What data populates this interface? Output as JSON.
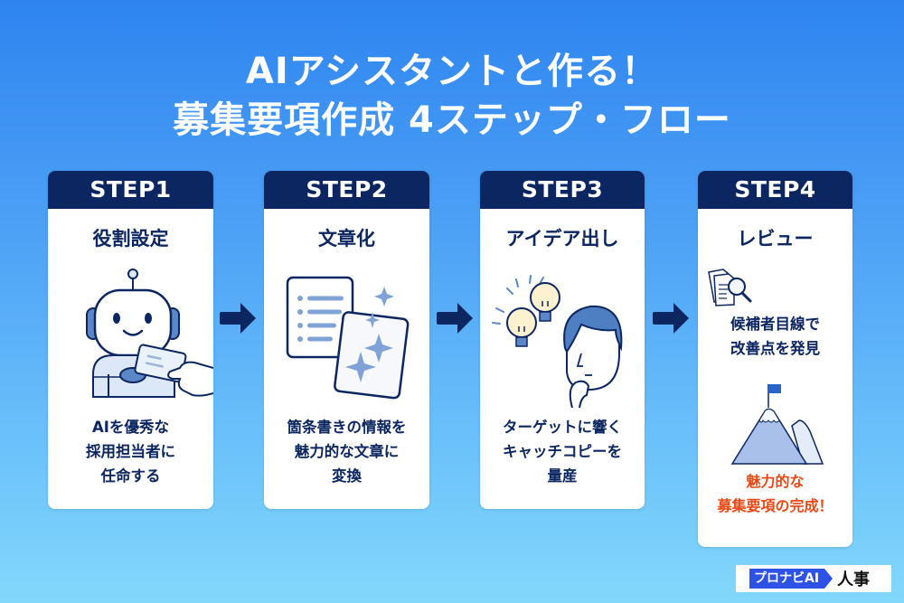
{
  "title": {
    "line1": "AIアシスタントと作る！",
    "line2": "募集要項作成 4ステップ・フロー"
  },
  "steps": [
    {
      "header": "STEP1",
      "title": "役割設定",
      "illustration": "robot-receiving-card-icon",
      "desc": [
        "AIを優秀な",
        "採用担当者に",
        "任命する"
      ]
    },
    {
      "header": "STEP2",
      "title": "文章化",
      "illustration": "document-sparkle-icon",
      "desc": [
        "箇条書きの情報を",
        "魅力的な文章に",
        "変換"
      ]
    },
    {
      "header": "STEP3",
      "title": "アイデア出し",
      "illustration": "thinking-person-lightbulb-icon",
      "desc": [
        "ターゲットに響く",
        "キャッチコピーを",
        "量産"
      ]
    },
    {
      "header": "STEP4",
      "title": "レビュー",
      "illustration": "document-magnifier-icon",
      "desc": [
        "候補者目線で",
        "改善点を発見"
      ],
      "finish_illustration": "mountain-flag-icon",
      "finish": [
        "魅力的な",
        "募集要項の完成！"
      ]
    }
  ],
  "arrows": [
    "arrow-right-icon",
    "arrow-right-icon",
    "arrow-right-icon"
  ],
  "colors": {
    "navy": "#0b2660",
    "accent_orange": "#e84813",
    "bg_top": "#2f84f0",
    "bg_bottom": "#82d8fb",
    "logo_blue": "#2c52e6"
  },
  "logo": {
    "badge": "プロナビAI",
    "text": "人事"
  }
}
